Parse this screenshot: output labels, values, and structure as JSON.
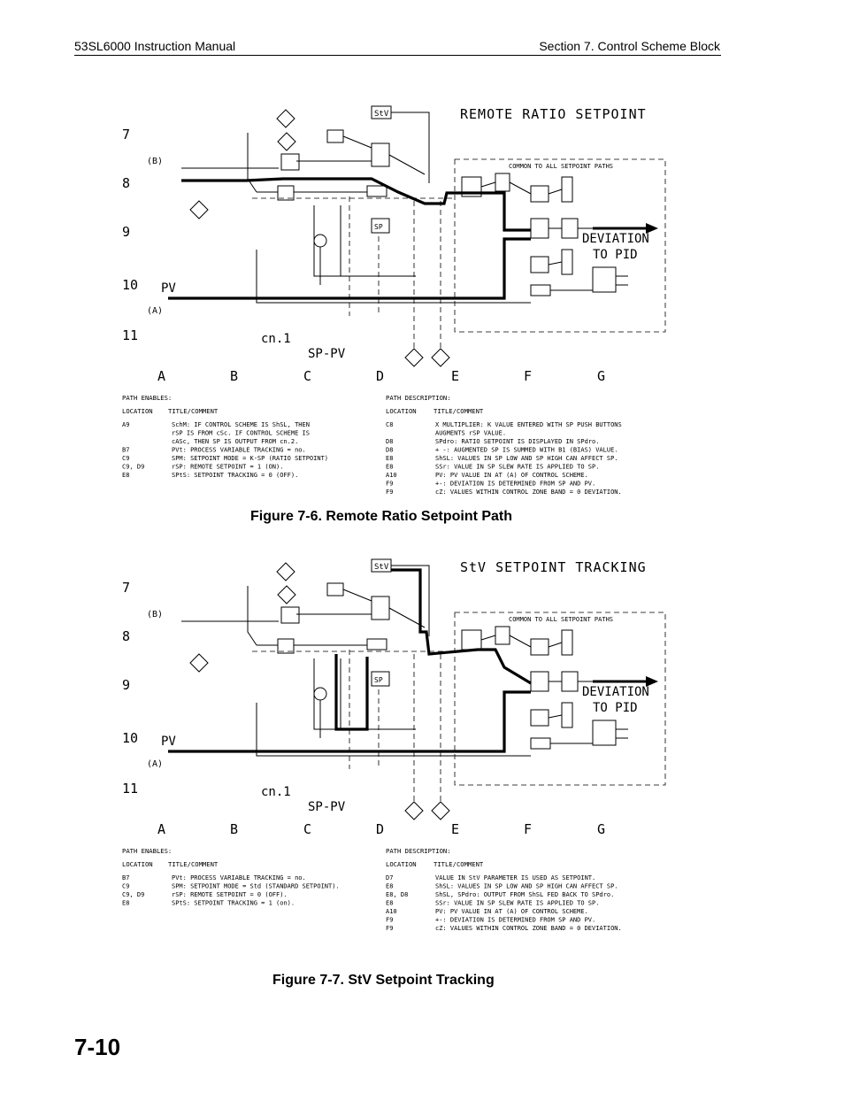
{
  "header": {
    "left": "53SL6000 Instruction Manual",
    "right": "Section 7.  Control Scheme Block"
  },
  "page_number": "7-10",
  "figures": [
    {
      "caption": "Figure 7-6.  Remote Ratio Setpoint Path",
      "title": "REMOTE RATIO SETPOINT",
      "rows": [
        "7",
        "8",
        "9",
        "10",
        "11"
      ],
      "cols": [
        "A",
        "B",
        "C",
        "D",
        "E",
        "F",
        "G"
      ],
      "labels": {
        "common": "COMMON TO ALL SETPOINT PATHS",
        "deviation1": "DEVIATION",
        "deviation2": "TO PID",
        "pv": "PV",
        "cn1": "cn.1",
        "sppv": "SP-PV",
        "b_in": "(B)",
        "a_in": "(A)",
        "stv": "StV",
        "sp": "SP"
      },
      "enables_title": "PATH ENABLES:",
      "enables_header": [
        "LOCATION",
        "TITLE/COMMENT"
      ],
      "enables": [
        [
          "A9",
          "SchM: IF CONTROL SCHEME IS ShSL, THEN"
        ],
        [
          "",
          "rSP IS FROM cSc. IF CONTROL SCHEME IS"
        ],
        [
          "",
          "cASc, THEN SP IS OUTPUT FROM cn.2."
        ],
        [
          "B7",
          "PVt: PROCESS VARIABLE TRACKING = no."
        ],
        [
          "C9",
          "SPM: SETPOINT MODE = K-SP (RATIO SETPOINT)"
        ],
        [
          "C9, D9",
          "rSP: REMOTE SETPOINT = 1 (ON)."
        ],
        [
          "E8",
          "SPtS: SETPOINT TRACKING = 0 (OFF)."
        ]
      ],
      "desc_title": "PATH DESCRIPTION:",
      "desc_header": [
        "LOCATION",
        "TITLE/COMMENT"
      ],
      "desc": [
        [
          "C8",
          "X MULTIPLIER: K VALUE ENTERED WITH SP PUSH BUTTONS"
        ],
        [
          "",
          "AUGMENTS rSP VALUE."
        ],
        [
          "D8",
          "SPdro: RATIO SETPOINT IS DISPLAYED IN SPdro."
        ],
        [
          "D8",
          "+ -: AUGMENTED SP IS SUMMED WITH B1 (BIAS) VALUE."
        ],
        [
          "E8",
          "ShSL: VALUES IN SP LOW AND SP HIGH CAN AFFECT SP."
        ],
        [
          "E8",
          "SSr: VALUE IN SP SLEW RATE IS APPLIED TO SP."
        ],
        [
          "A10",
          "PV: PV VALUE IN AT (A) OF CONTROL SCHEME."
        ],
        [
          "F9",
          "+-: DEVIATION IS DETERMINED FROM SP AND PV."
        ],
        [
          "F9",
          "cZ: VALUES WITHIN CONTROL ZONE BAND = 0 DEVIATION."
        ]
      ]
    },
    {
      "caption": "Figure 7-7.  StV Setpoint Tracking",
      "title": "StV SETPOINT TRACKING",
      "rows": [
        "7",
        "8",
        "9",
        "10",
        "11"
      ],
      "cols": [
        "A",
        "B",
        "C",
        "D",
        "E",
        "F",
        "G"
      ],
      "labels": {
        "common": "COMMON TO ALL SETPOINT PATHS",
        "deviation1": "DEVIATION",
        "deviation2": "TO PID",
        "pv": "PV",
        "cn1": "cn.1",
        "sppv": "SP-PV",
        "b_in": "(B)",
        "a_in": "(A)",
        "stv": "StV",
        "sp": "SP"
      },
      "enables_title": "PATH ENABLES:",
      "enables_header": [
        "LOCATION",
        "TITLE/COMMENT"
      ],
      "enables": [
        [
          "B7",
          "PVt: PROCESS VARIABLE TRACKING = no."
        ],
        [
          "C9",
          "SPM: SETPOINT MODE = Std (STANDARD SETPOINT)."
        ],
        [
          "C9, D9",
          "rSP: REMOTE SETPOINT = 0 (OFF)."
        ],
        [
          "E8",
          "SPtS: SETPOINT TRACKING = 1 (on)."
        ]
      ],
      "desc_title": "PATH DESCRIPTION:",
      "desc_header": [
        "LOCATION",
        "TITLE/COMMENT"
      ],
      "desc": [
        [
          "D7",
          "VALUE IN StV PARAMETER IS USED AS SETPOINT."
        ],
        [
          "E8",
          "ShSL: VALUES IN SP LOW AND SP HIGH CAN AFFECT SP."
        ],
        [
          "E8, D8",
          "ShSL, SPdro: OUTPUT FROM ShSL FED BACK TO SPdro."
        ],
        [
          "E8",
          "SSr: VALUE IN SP SLEW RATE IS APPLIED TO SP."
        ],
        [
          "A10",
          "PV: PV VALUE IN AT (A) OF CONTROL SCHEME."
        ],
        [
          "F9",
          "+-: DEVIATION IS DETERMINED FROM SP AND PV."
        ],
        [
          "F9",
          "cZ: VALUES WITHIN CONTROL ZONE BAND = 0 DEVIATION."
        ]
      ]
    }
  ]
}
